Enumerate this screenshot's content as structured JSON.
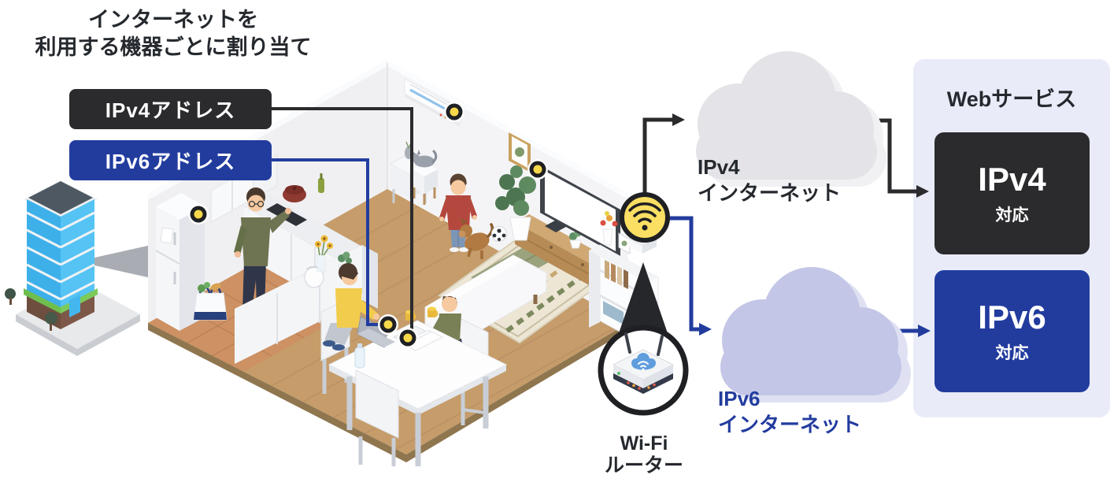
{
  "header": {
    "title_line1": "インターネットを",
    "title_line2": "利用する機器ごとに割り当て"
  },
  "address_labels": {
    "ipv4": "IPv4アドレス",
    "ipv6": "IPv6アドレス"
  },
  "clouds": {
    "ipv4_line1": "IPv4",
    "ipv4_line2": "インターネット",
    "ipv6_line1": "IPv6",
    "ipv6_line2": "インターネット"
  },
  "router_label": {
    "line1": "Wi-Fi",
    "line2": "ルーター"
  },
  "web_services": {
    "title": "Webサービス",
    "ipv4_name": "IPv4",
    "ipv4_support": "対応",
    "ipv6_name": "IPv6",
    "ipv6_support": "対応"
  },
  "icons": {
    "wifi_icon": "yellow circle with black wifi arcs",
    "router_icon": "isometric wi-fi router in magnifier circle",
    "device_marker": "black ring dot with yellow center"
  },
  "colors": {
    "black": "#2b2b2e",
    "navy": "#223c9e",
    "text_dark": "#25292e",
    "marker_yellow": "#f6d84a",
    "wifi_yellow": "#fbdf63",
    "panel_bg": "#e9ecf8",
    "ipv4_cloud": "#e3e3e8",
    "ipv4_cloud_light": "#f1f1f4",
    "ipv6_cloud": "#c3c6e6",
    "ipv6_cloud_light": "#dfe1f3"
  }
}
